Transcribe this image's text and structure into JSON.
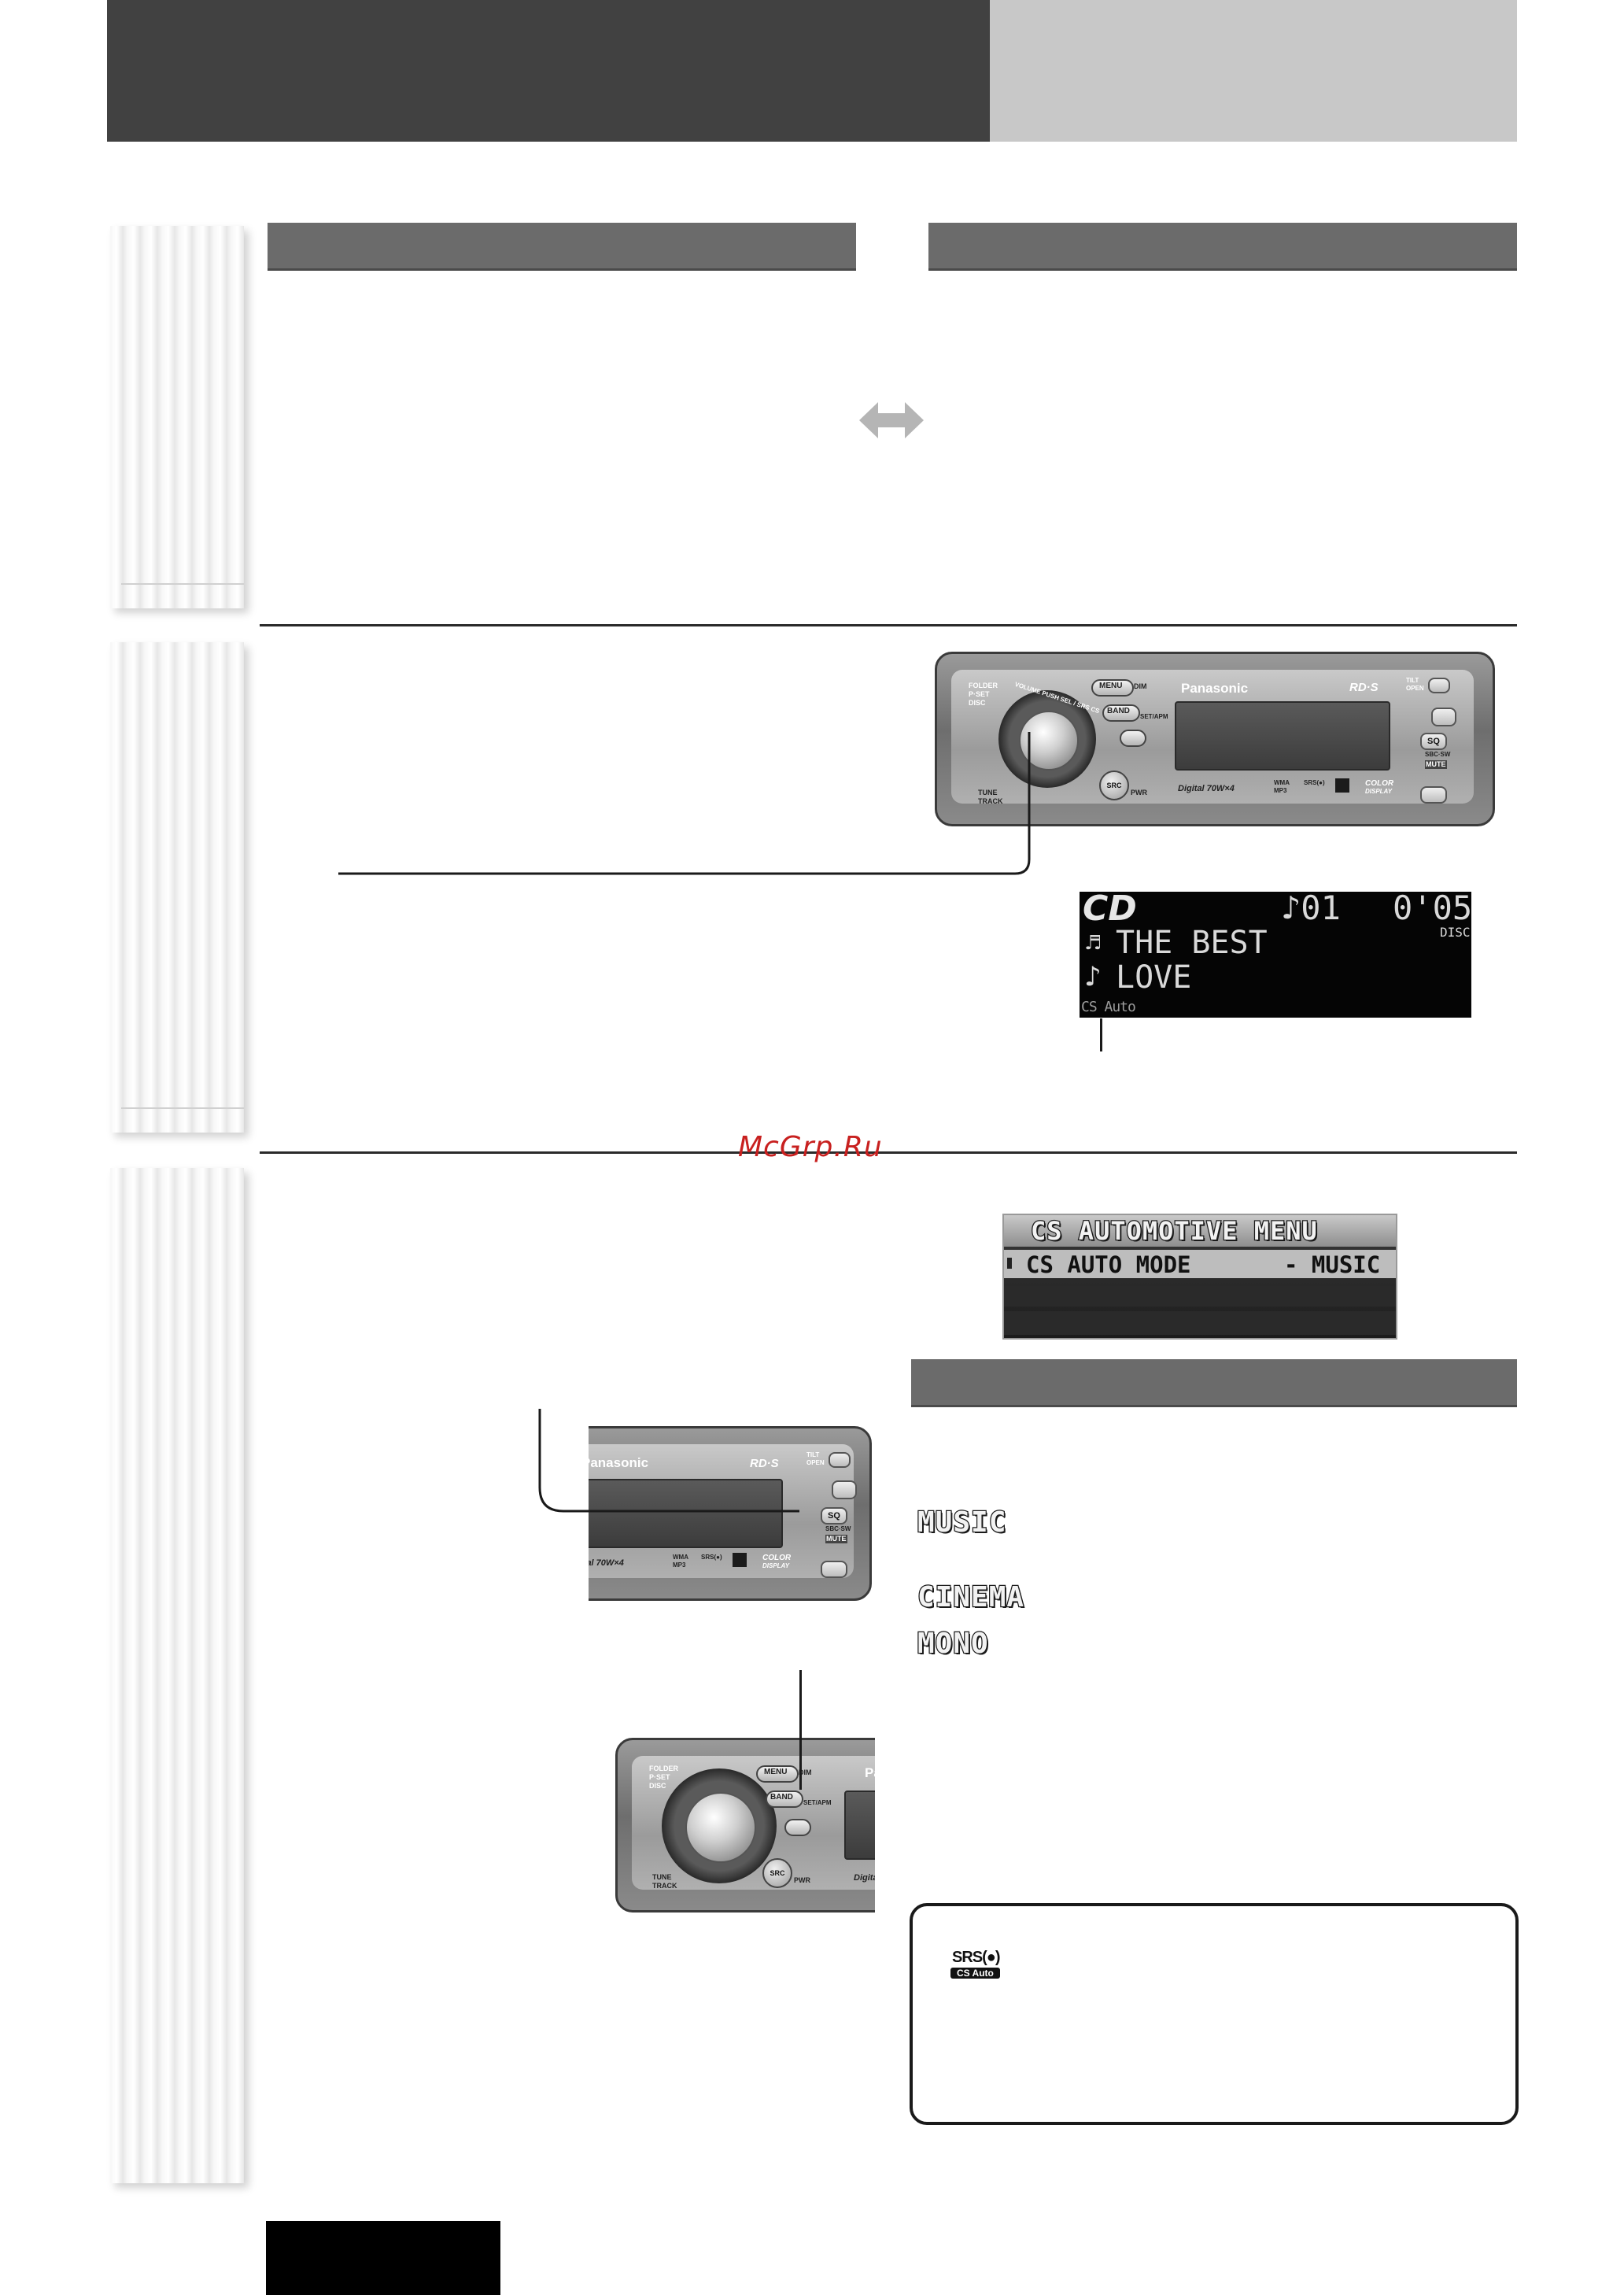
{
  "watermark": "McGrp.Ru",
  "top_unit": {
    "brand": "Panasonic",
    "rds_logo": "RD·S",
    "btn_menu": "MENU",
    "lbl_dim": "DIM",
    "btn_band": "BAND",
    "lbl_setapm": "SET/APM",
    "lbl_folder": "FOLDER",
    "lbl_pset": "P·SET",
    "lbl_disc": "DISC",
    "knob_text": "VOLUME PUSH SEL / SRS CS",
    "lbl_tune": "TUNE",
    "lbl_track": "TRACK",
    "btn_src": "SRC",
    "lbl_pwr": "PWR",
    "lbl_digital": "Digital 70W×4",
    "lbl_wma": "WMA",
    "lbl_mp3": "MP3",
    "lbl_srs": "SRS(●)",
    "lbl_color": "COLOR",
    "lbl_display": "DISPLAY",
    "lbl_tilt": "TILT",
    "lbl_open": "OPEN",
    "btn_sq": "SQ",
    "lbl_sbcsw": "SBC·SW",
    "lbl_mute": "MUTE"
  },
  "cd_display": {
    "mode": "CD",
    "track": "♪01",
    "time": "0'05",
    "disc": "DISC",
    "line1": "THE BEST",
    "line2": "LOVE",
    "indicator": "CS Auto"
  },
  "menu_display": {
    "title": "CS AUTOMOTIVE MENU",
    "item": "CS AUTO MODE",
    "value": "- MUSIC"
  },
  "modes": {
    "music": "MUSIC",
    "cinema": "CINEMA",
    "mono": "MONO"
  },
  "note": {
    "logo_top": "SRS(●)",
    "logo_bottom": "CS Auto"
  }
}
